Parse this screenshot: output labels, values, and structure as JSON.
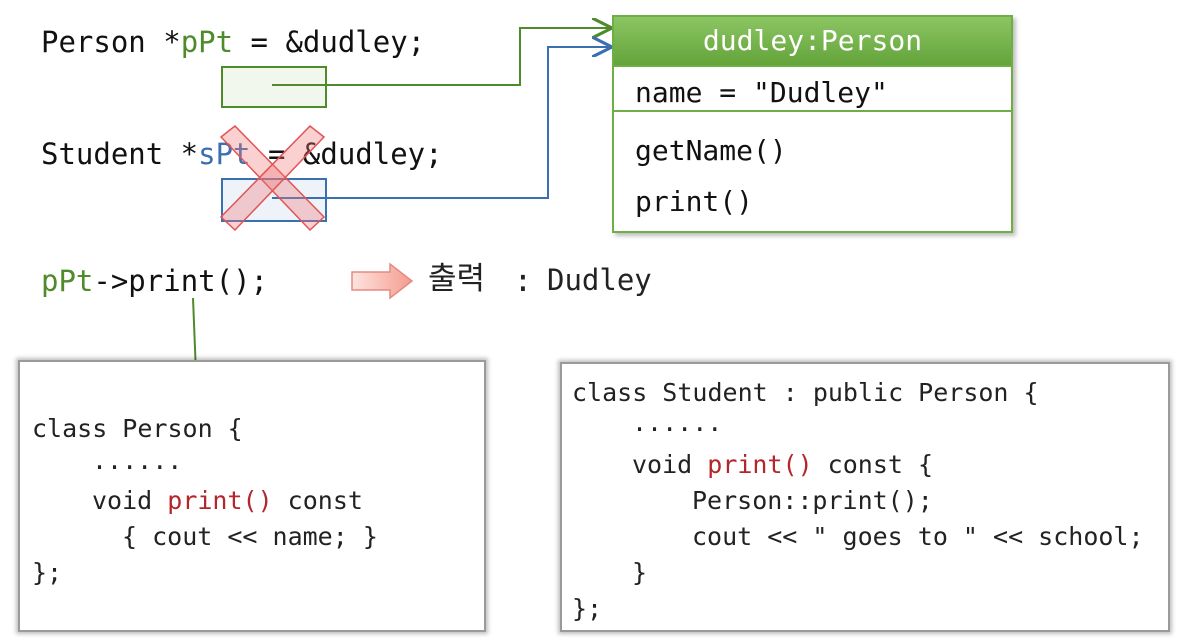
{
  "declarations": {
    "line1": {
      "prefix": "Person *",
      "var": "pPt",
      "suffix": " = &dudley;"
    },
    "line2": {
      "prefix": "Student *",
      "var": "sPt",
      "suffix": " = &dudley;"
    },
    "call": {
      "obj": "pPt",
      "rest": "->print();"
    }
  },
  "output": {
    "label": "출력",
    "sep": " : ",
    "value": "Dudley"
  },
  "uml": {
    "title": "dudley:Person",
    "attribute": "name = \"Dudley\"",
    "methods": [
      "getName()",
      "print()"
    ]
  },
  "person_class": {
    "lines": [
      "class Person {",
      "......",
      "}",
      "};"
    ],
    "print_prefix": "void ",
    "print_name": "print()",
    "print_suffix": " const",
    "body": "{ cout << name; }"
  },
  "student_class": {
    "header": "class Student : public Person {",
    "dots": "......",
    "print_prefix": "void ",
    "print_name": "print()",
    "print_suffix": " const {",
    "body1": "Person::print();",
    "body2": "cout << \" goes to \" << school;",
    "close1": "}",
    "close2": "};"
  },
  "colors": {
    "green": "#4f8a2b",
    "blue": "#3a6fb0",
    "red": "#b3262b",
    "uml_border": "#6fae44"
  }
}
